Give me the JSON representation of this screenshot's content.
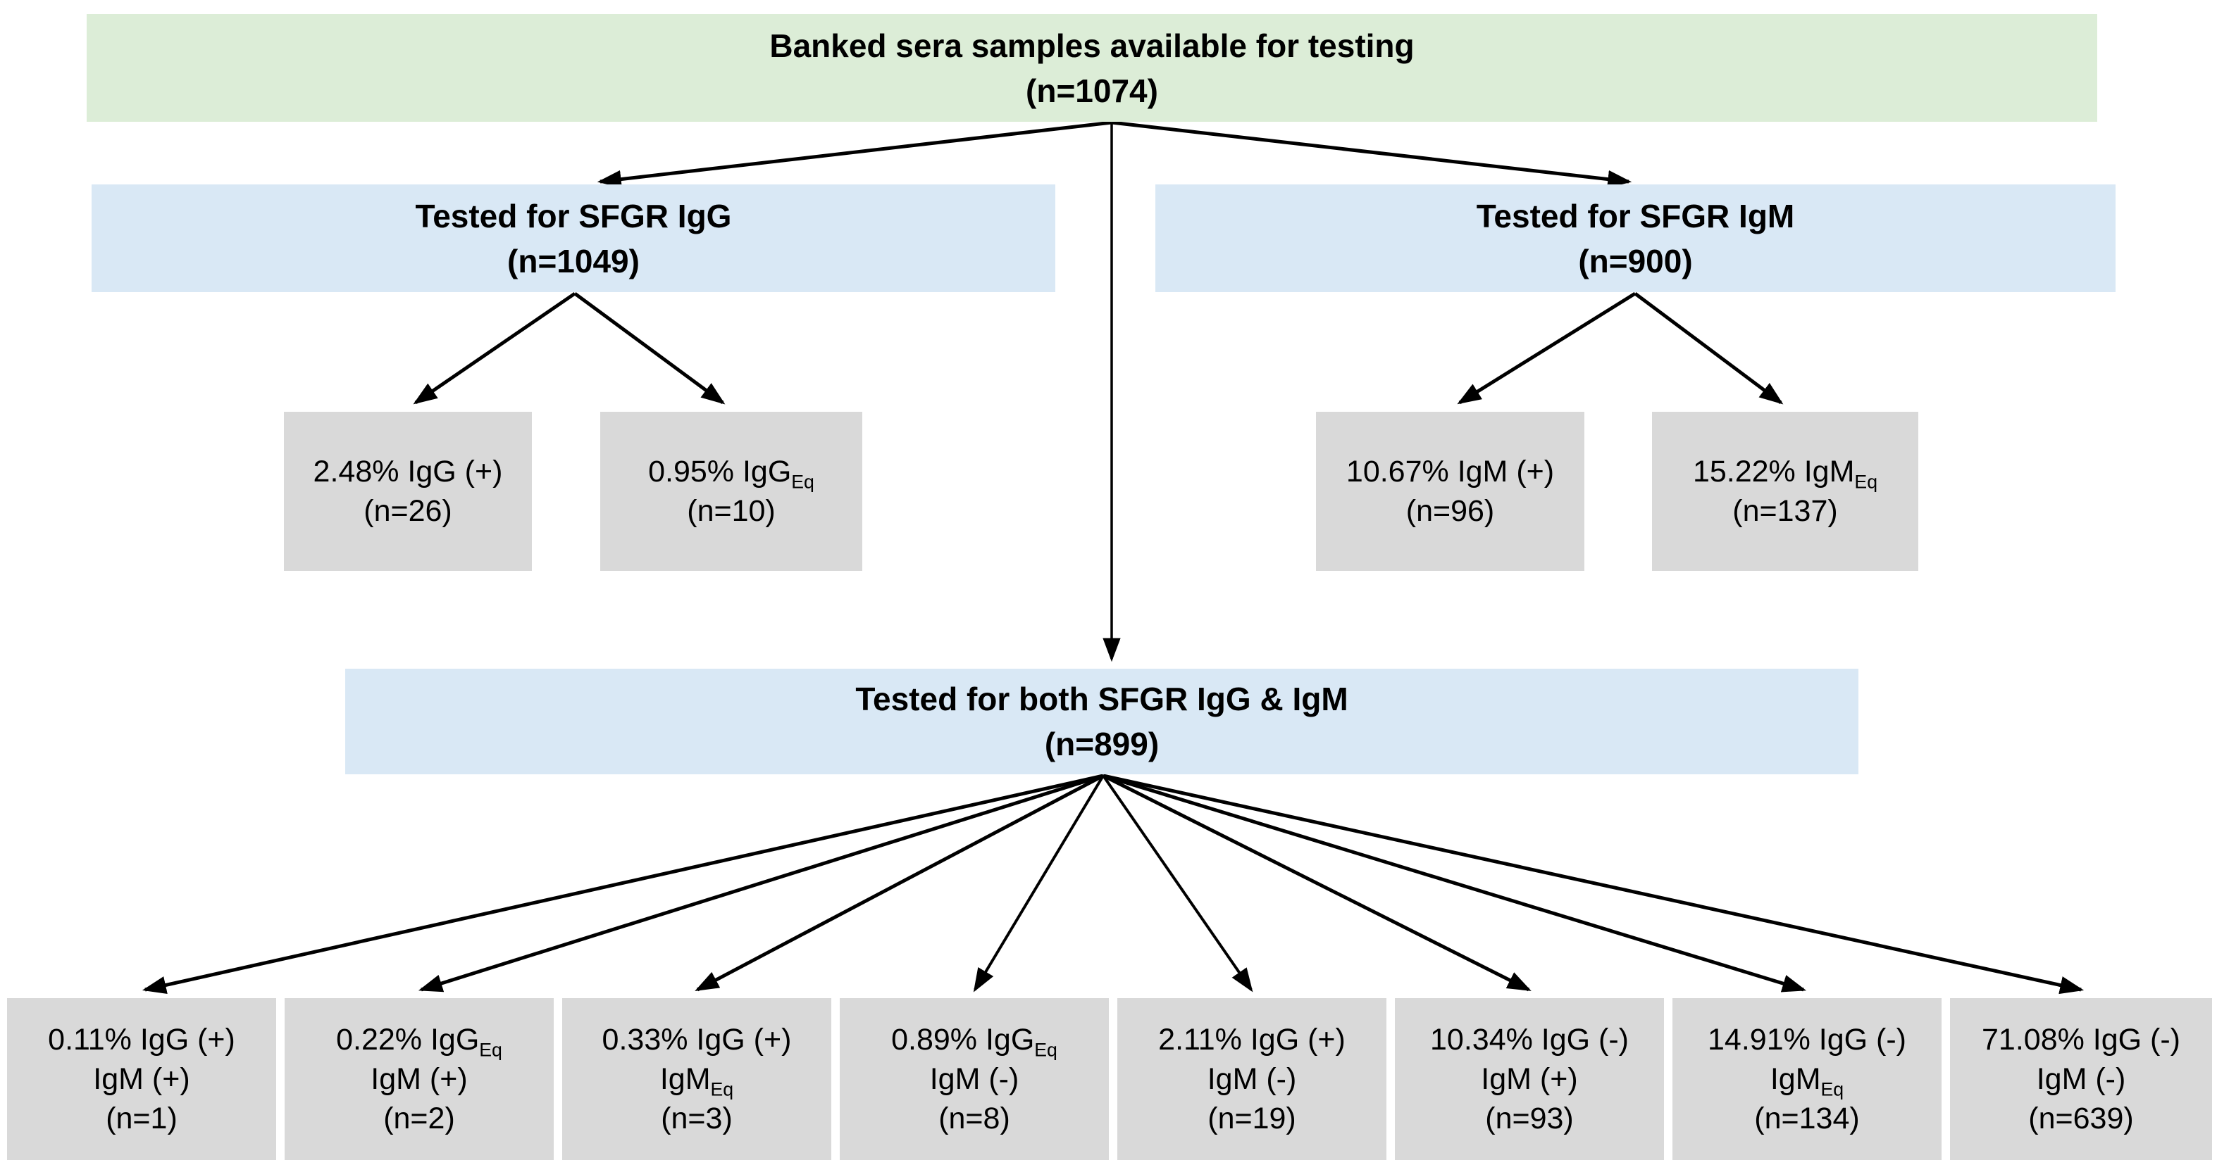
{
  "figure": {
    "type": "flowchart",
    "description": "Serology testing flow diagram for banked sera samples tested for SFGR IgG and IgM"
  },
  "colors": {
    "root_bg": "#dcedd7",
    "tested_bg": "#d9e8f5",
    "result_bg": "#d9d9d9",
    "arrow": "#000000",
    "text": "#000000"
  },
  "boxes": {
    "root": {
      "title": "Banked sera samples available for testing",
      "count": "(n=1074)"
    },
    "igg": {
      "title": "Tested for SFGR IgG",
      "count": "(n=1049)"
    },
    "igm": {
      "title": "Tested for SFGR IgM",
      "count": "(n=900)"
    },
    "both": {
      "title": "Tested for both SFGR IgG & IgM",
      "count": "(n=899)"
    },
    "igg_results": [
      {
        "lines": [
          [
            {
              "t": "2.48% IgG (+)"
            }
          ],
          [
            {
              "t": "(n=26)"
            }
          ]
        ]
      },
      {
        "lines": [
          [
            {
              "t": "0.95% IgG"
            },
            {
              "t": "Eq",
              "sub": true
            }
          ],
          [
            {
              "t": "(n=10)"
            }
          ]
        ]
      }
    ],
    "igm_results": [
      {
        "lines": [
          [
            {
              "t": "10.67% IgM (+)"
            }
          ],
          [
            {
              "t": "(n=96)"
            }
          ]
        ]
      },
      {
        "lines": [
          [
            {
              "t": "15.22% IgM"
            },
            {
              "t": "Eq",
              "sub": true
            }
          ],
          [
            {
              "t": "(n=137)"
            }
          ]
        ]
      }
    ],
    "both_results": [
      {
        "lines": [
          [
            {
              "t": "0.11% IgG (+)"
            }
          ],
          [
            {
              "t": "IgM (+)"
            }
          ],
          [
            {
              "t": "(n=1)"
            }
          ]
        ]
      },
      {
        "lines": [
          [
            {
              "t": "0.22% IgG"
            },
            {
              "t": "Eq",
              "sub": true
            }
          ],
          [
            {
              "t": "IgM (+)"
            }
          ],
          [
            {
              "t": "(n=2)"
            }
          ]
        ]
      },
      {
        "lines": [
          [
            {
              "t": "0.33% IgG (+)"
            }
          ],
          [
            {
              "t": "IgM"
            },
            {
              "t": "Eq",
              "sub": true
            }
          ],
          [
            {
              "t": "(n=3)"
            }
          ]
        ]
      },
      {
        "lines": [
          [
            {
              "t": "0.89% IgG"
            },
            {
              "t": "Eq",
              "sub": true
            }
          ],
          [
            {
              "t": "IgM (-)"
            }
          ],
          [
            {
              "t": "(n=8)"
            }
          ]
        ]
      },
      {
        "lines": [
          [
            {
              "t": "2.11% IgG (+)"
            }
          ],
          [
            {
              "t": "IgM (-)"
            }
          ],
          [
            {
              "t": "(n=19)"
            }
          ]
        ]
      },
      {
        "lines": [
          [
            {
              "t": "10.34% IgG (-)"
            }
          ],
          [
            {
              "t": "IgM (+)"
            }
          ],
          [
            {
              "t": "(n=93)"
            }
          ]
        ]
      },
      {
        "lines": [
          [
            {
              "t": "14.91% IgG (-)"
            }
          ],
          [
            {
              "t": "IgM"
            },
            {
              "t": "Eq",
              "sub": true
            }
          ],
          [
            {
              "t": "(n=134)"
            }
          ]
        ]
      },
      {
        "lines": [
          [
            {
              "t": "71.08% IgG (-)"
            }
          ],
          [
            {
              "t": "IgM (-)"
            }
          ],
          [
            {
              "t": "(n=639)"
            }
          ]
        ]
      }
    ]
  }
}
